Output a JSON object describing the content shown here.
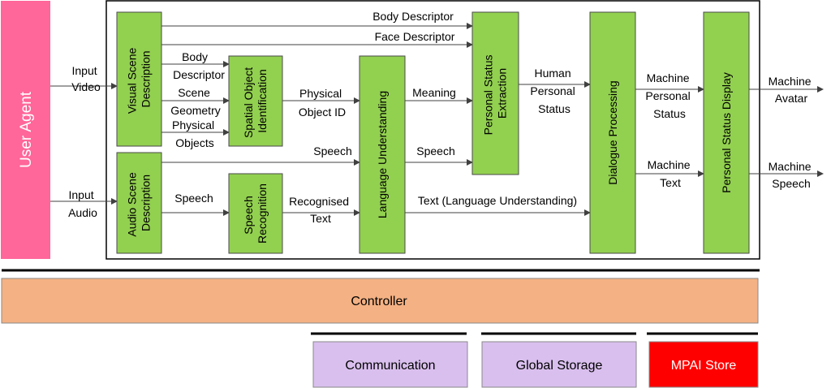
{
  "user_agent": "User Agent",
  "inputs": {
    "video": [
      "Input",
      "Video"
    ],
    "audio": [
      "Input",
      "Audio"
    ]
  },
  "modules": {
    "visual_scene": [
      "Visual Scene",
      "Description"
    ],
    "audio_scene": [
      "Audio Scene",
      "Description"
    ],
    "spatial_object": [
      "Spatial Object",
      "Identification"
    ],
    "speech_recognition": [
      "Speech",
      "Recognition"
    ],
    "language_understanding": [
      "Language Understanding"
    ],
    "personal_status_extraction": [
      "Personal Status",
      "Extraction"
    ],
    "dialogue_processing": [
      "Dialogue Processing"
    ],
    "personal_status_display": [
      "Personal Status Display"
    ]
  },
  "labels": {
    "body_descriptor_top": "Body Descriptor",
    "face_descriptor": "Face Descriptor",
    "body_descriptor": [
      "Body",
      "Descriptor"
    ],
    "scene_geometry": [
      "Scene",
      "Geometry"
    ],
    "physical_objects": [
      "Physical",
      "Objects"
    ],
    "physical_object_id": [
      "Physical",
      "Object ID"
    ],
    "meaning": "Meaning",
    "speech_visual": "Speech",
    "speech_lu": "Speech",
    "speech_audio": "Speech",
    "recognised_text": [
      "Recognised",
      "Text"
    ],
    "text_lu": "Text (Language Understanding)",
    "human_personal_status": [
      "Human",
      "Personal",
      "Status"
    ],
    "machine_personal_status": [
      "Machine",
      "Personal",
      "Status"
    ],
    "machine_text": [
      "Machine",
      "Text"
    ],
    "machine_avatar": [
      "Machine",
      "Avatar"
    ],
    "machine_speech": [
      "Machine",
      "Speech"
    ]
  },
  "controller": "Controller",
  "bottom": {
    "communication": "Communication",
    "global_storage": "Global Storage",
    "mpai_store": "MPAI Store"
  },
  "colors": {
    "module_fill": "#92d050",
    "user_agent_fill": "#ff6699",
    "controller_fill": "#f4b183",
    "storage_fill": "#d9bfee",
    "store_fill": "#ff0000"
  }
}
